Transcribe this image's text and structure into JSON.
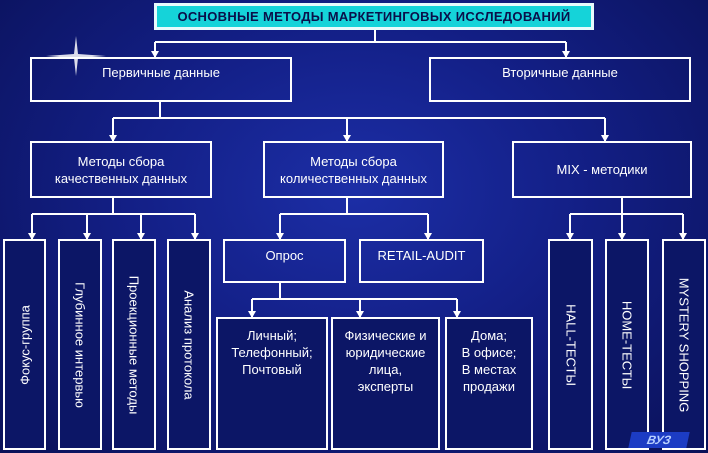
{
  "title": "ОСНОВНЫЕ  МЕТОДЫ  МАРКЕТИНГОВЫХ   ИССЛЕДОВАНИЙ",
  "level1": {
    "primary": "Первичные данные",
    "secondary": "Вторичные данные"
  },
  "level2": {
    "qualitative": "Методы сбора\nкачественных данных",
    "quantitative": "Методы сбора\nколичественных данных",
    "mix": "MIX - методики"
  },
  "qualitative_methods": [
    "Фокус-группа",
    "Глубинное интервью",
    "Проекционные методы",
    "Анализ протокола"
  ],
  "quantitative_methods": {
    "survey": "Опрос",
    "retail_audit": "RETAIL-AUDIT"
  },
  "survey_types": {
    "channels": "Личный;\nТелефонный;\nПочтовый",
    "respondents": "Физические и\nюридические\nлица,\nэксперты",
    "locations": "Дома;\nВ офисе;\nВ местах\nпродажи"
  },
  "mix_methods": [
    "HALL-ТЕСТЫ",
    "HOME-ТЕСТЫ",
    "MYSTERY SHOPPING"
  ],
  "colors": {
    "background": "#131f86",
    "title_box": "#15d3d9",
    "lines": "#ffffff"
  }
}
